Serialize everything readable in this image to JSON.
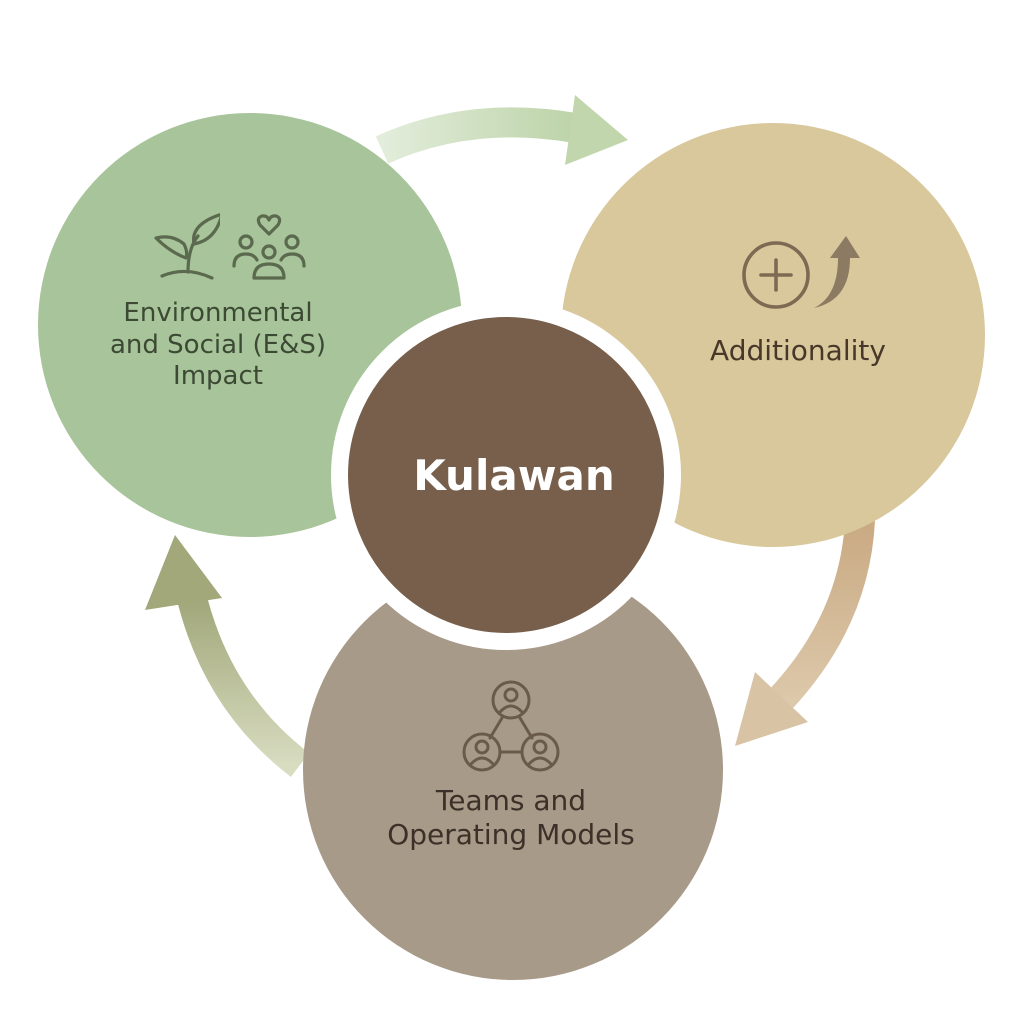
{
  "center": {
    "label": "Kulawan",
    "color": "#775f4b"
  },
  "nodes": [
    {
      "id": "es-impact",
      "lines": [
        "Environmental",
        "and Social (E&S)",
        "Impact"
      ],
      "icons": [
        "plant-sprout-icon",
        "community-heart-icon"
      ],
      "color": "#a8c49a",
      "text_color": "#3c4a34"
    },
    {
      "id": "additionality",
      "lines": [
        "Additionality"
      ],
      "icons": [
        "plus-circle-icon",
        "arrow-up-curve-icon"
      ],
      "color": "#d9c89c",
      "text_color": "#48382a"
    },
    {
      "id": "teams",
      "lines": [
        "Teams and",
        "Operating Models"
      ],
      "icons": [
        "team-network-icon"
      ],
      "color": "#a89a88",
      "text_color": "#3c3128"
    }
  ],
  "arrows": [
    {
      "from": "es-impact",
      "to": "additionality",
      "color": "#c9dcb8"
    },
    {
      "from": "additionality",
      "to": "teams",
      "color": "#d8c0a0"
    },
    {
      "from": "teams",
      "to": "es-impact",
      "color": "#a9ae80"
    }
  ]
}
